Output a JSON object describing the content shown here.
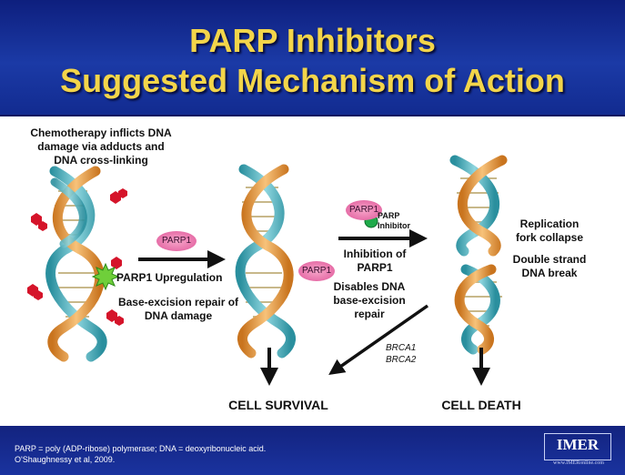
{
  "header": {
    "title_line1": "PARP Inhibitors",
    "title_line2": "Suggested Mechanism of Action"
  },
  "diagram": {
    "chemo_text": [
      "Chemotherapy inflicts DNA",
      "damage via adducts and",
      "DNA cross-linking"
    ],
    "parp1_label": "PARP1",
    "upregulation_label": "PARP1 Upregulation",
    "ber_text": [
      "Base-excision repair of",
      "DNA damage"
    ],
    "parp_inhibitor_label": [
      "PARP",
      "Inhibitor"
    ],
    "inhibition_text": [
      "Inhibition of",
      "PARP1"
    ],
    "disables_text": [
      "Disables DNA",
      "base-excision",
      "repair"
    ],
    "brca_labels": [
      "BRCA1",
      "BRCA2"
    ],
    "replication_text": [
      "Replication",
      "fork collapse"
    ],
    "double_strand_text": [
      "Double strand",
      "DNA break"
    ],
    "cell_survival": "CELL SURVIVAL",
    "cell_death": "CELL DEATH"
  },
  "footer": {
    "definitions": "PARP = poly (ADP-ribose) polymerase; DNA = deoxyribonucleic acid.",
    "citation": "O'Shaughnessy et al, 2009.",
    "logo": "IMER",
    "logo_url": "www.IMERonline.com"
  },
  "colors": {
    "header_blue": "#1b3aa6",
    "title_yellow": "#f3d54a",
    "dna_teal": "#3aa6b5",
    "dna_orange": "#e0902e",
    "parp_pink": "#e0579a",
    "inhibitor_green": "#1faa4a",
    "damage_red": "#d5142a"
  }
}
